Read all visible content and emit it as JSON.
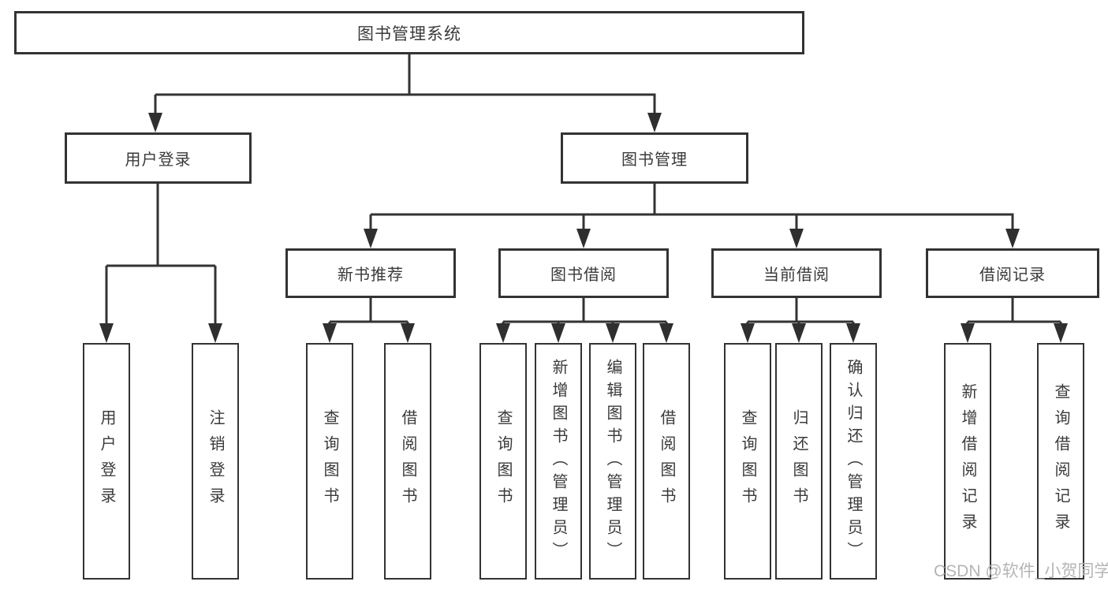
{
  "diagram": {
    "root": "图书管理系统",
    "branches": [
      {
        "label": "用户登录",
        "children": [
          {
            "label": "用户登录"
          },
          {
            "label": "注销登录"
          }
        ]
      },
      {
        "label": "图书管理",
        "children": [
          {
            "label": "新书推荐",
            "children": [
              {
                "label": "查询图书"
              },
              {
                "label": "借阅图书"
              }
            ]
          },
          {
            "label": "图书借阅",
            "children": [
              {
                "label": "查询图书"
              },
              {
                "label": "新增图书（管理员）"
              },
              {
                "label": "编辑图书（管理员）"
              },
              {
                "label": "借阅图书"
              }
            ]
          },
          {
            "label": "当前借阅",
            "children": [
              {
                "label": "查询图书"
              },
              {
                "label": "归还图书"
              },
              {
                "label": "确认归还（管理员）"
              }
            ]
          },
          {
            "label": "借阅记录",
            "children": [
              {
                "label": "新增借阅记录"
              },
              {
                "label": "查询借阅记录"
              }
            ]
          }
        ]
      }
    ]
  },
  "watermark": "CSDN @软件_小贺同学",
  "colors": {
    "line": "#333333",
    "arrow": "#2f2f2f",
    "text": "#3a3a3a",
    "watermark": "#b5b5b5",
    "background": "#ffffff"
  }
}
